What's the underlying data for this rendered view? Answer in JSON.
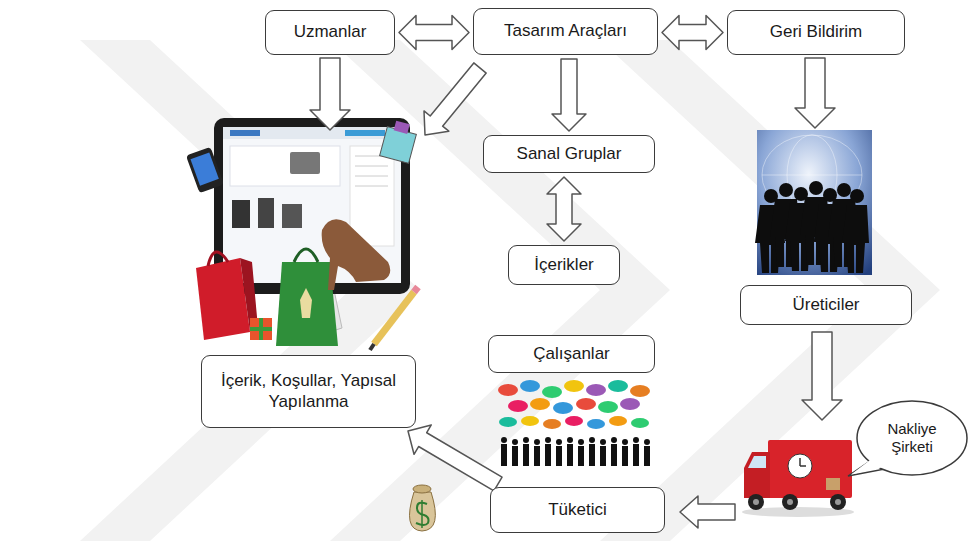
{
  "diagram": {
    "nodes": [
      {
        "text": [
          "Uzmanlar"
        ]
      },
      {
        "text": [
          "Tasarım Araçları"
        ]
      },
      {
        "text": [
          "Geri Bildirim"
        ]
      },
      {
        "text": [
          "Sanal Gruplar"
        ]
      },
      {
        "text": [
          "İçerikler"
        ]
      },
      {
        "text": [
          "Üreticiler"
        ]
      },
      {
        "text": [
          "Çalışanlar"
        ]
      },
      {
        "text": [
          "İçerik, Koşullar, Yapısal Yapılanma"
        ]
      },
      {
        "text": [
          "Nakliye Şirketi"
        ]
      },
      {
        "text": [
          "Tüketici"
        ]
      }
    ],
    "edges": [
      {
        "from": 0,
        "to": 1,
        "arrow": "both"
      },
      {
        "from": 1,
        "to": 2,
        "arrow": "both"
      },
      {
        "from": 1,
        "to": 3,
        "arrow": "to"
      },
      {
        "from": 3,
        "to": 4,
        "arrow": "both"
      },
      {
        "from": 9,
        "to": 7,
        "arrow": "to"
      }
    ]
  }
}
